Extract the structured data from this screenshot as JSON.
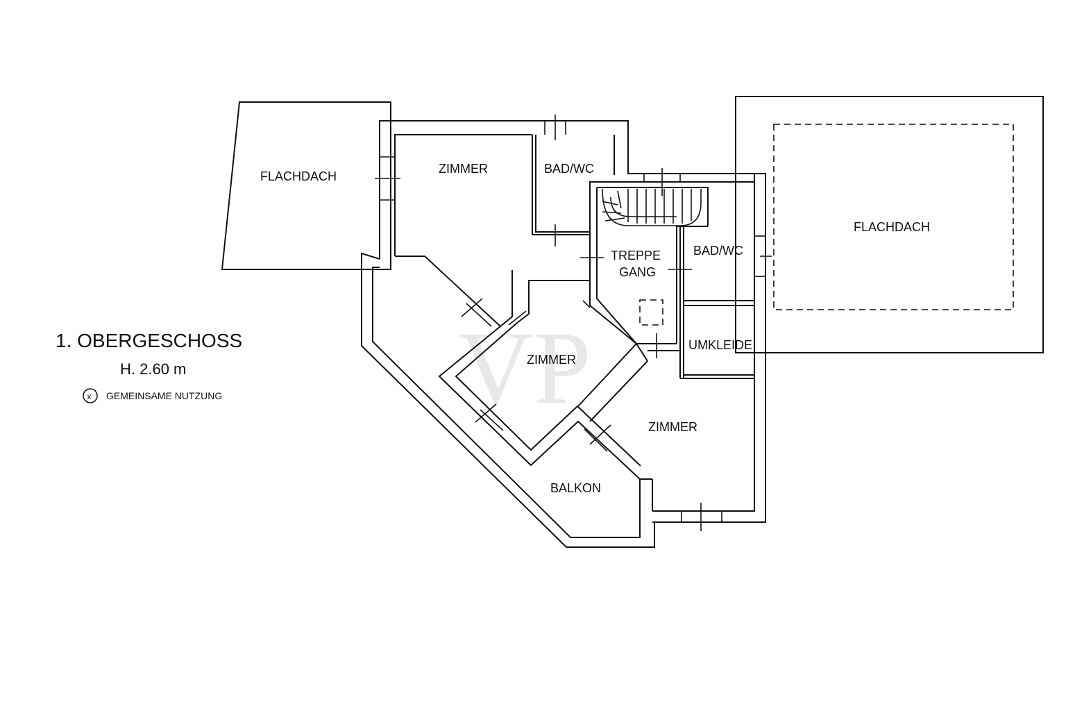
{
  "title": "1. OBERGESCHOSS",
  "height_label": "H. 2.60 m",
  "legend": {
    "symbol": "x",
    "text": "GEMEINSAME NUTZUNG"
  },
  "watermark": "VP",
  "rooms": {
    "flachdach_left": "FLACHDACH",
    "zimmer_top": "ZIMMER",
    "bad_wc_top": "BAD/WC",
    "treppe": "TREPPE",
    "gang": "GANG",
    "bad_wc_right": "BAD/WC",
    "flachdach_right": "FLACHDACH",
    "zimmer_center": "ZIMMER",
    "umkleide": "UMKLEIDE",
    "zimmer_bottom": "ZIMMER",
    "balkon": "BALKON"
  },
  "colors": {
    "line": "#111111",
    "watermark": "#e8e8e8",
    "background": "#ffffff"
  }
}
